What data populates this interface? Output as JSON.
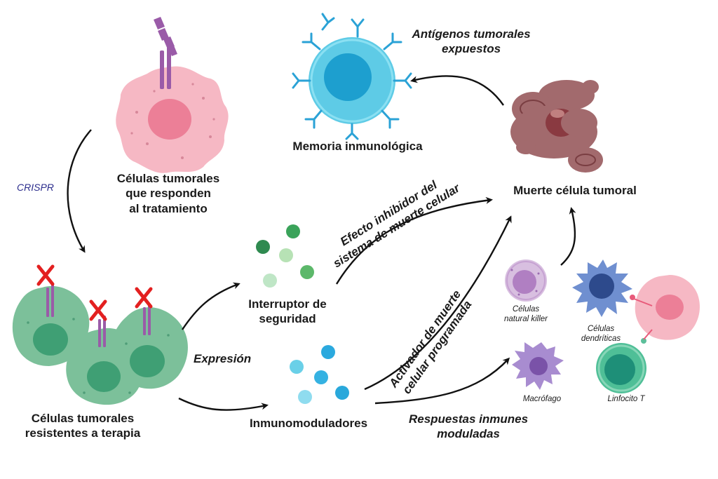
{
  "labels": {
    "responding_cells": [
      "Células tumorales",
      "que responden",
      "al tratamiento"
    ],
    "crispr": "CRISPR",
    "resistant_cells": [
      "Células tumorales",
      "resistentes a terapia"
    ],
    "expression": "Expresión",
    "safety_switch": [
      "Interruptor de",
      "seguridad"
    ],
    "immunomodulators": "Inmunomoduladores",
    "memory": "Memoria inmunológica",
    "exposed_antigens": [
      "Antígenos tumorales",
      "expuestos"
    ],
    "tumor_death": "Muerte célula tumoral",
    "inhibitor_effect": [
      "Efecto inhibidor del",
      "sistema de muerte celular"
    ],
    "death_activator": [
      "Activador de muerte",
      "celular programada"
    ],
    "modulated_responses": [
      "Respuestas inmunes",
      "moduladas"
    ],
    "nk_cells": [
      "Células",
      "natural killer"
    ],
    "dendritic_cells": [
      "Células",
      "dendríticas"
    ],
    "macrophage": "Macrófago",
    "t_cell": "Linfocito T"
  },
  "colors": {
    "pink_cell": "#f6b8c4",
    "pink_nucleus": "#ec7f97",
    "green_cell": "#7cc09a",
    "green_nucleus": "#3f9f74",
    "blue_cell": "#5ecbe6",
    "blue_nucleus": "#1d9fcf",
    "dead_cell": "#a26a6d",
    "receptor": "#9a5ba8",
    "cross": "#e32020",
    "crispr_text": "#2b2c8c",
    "arrow": "#111111"
  }
}
